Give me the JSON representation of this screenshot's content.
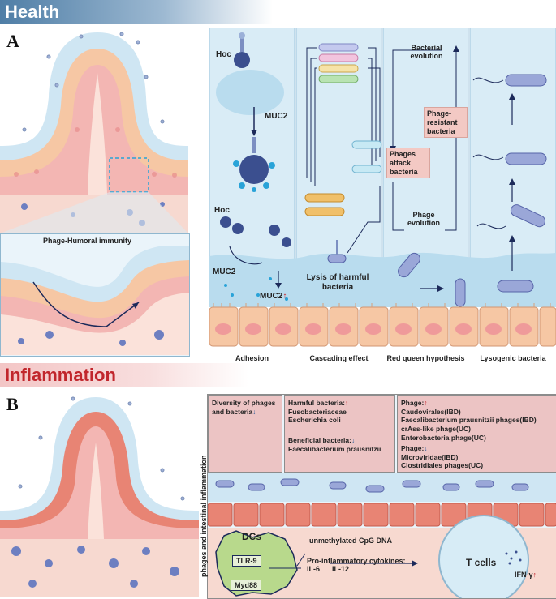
{
  "sections": {
    "health": "Health",
    "inflammation": "Inflammation"
  },
  "panels": {
    "a": "A",
    "b": "B"
  },
  "panel_a": {
    "inset_title": "Phage-Humoral immunity",
    "hoc_top": "Hoc",
    "muc2_mid": "MUC2",
    "hoc_bottom": "Hoc",
    "muc2_left": "MUC2",
    "muc2_up": "MUC2",
    "lysis": "Lysis of harmful bacteria",
    "bacterial_evolution": "Bacterial evolution",
    "phage_resistant": "Phage-resistant bacteria",
    "phages_attack": "Phages attack bacteria",
    "phage_evolution": "Phage evolution",
    "columns": [
      "Adhesion",
      "Cascading effect",
      "Red queen hypothesis",
      "Lysogenic bacteria"
    ]
  },
  "panel_b": {
    "vertical_label": "phages and intestinal inflammation",
    "box1": {
      "line1": "Diversity of phages",
      "line2": "and bacteria"
    },
    "box2": {
      "harmful": "Harmful bacteria:",
      "harmful_items": [
        "Fusobacteriaceae",
        "Escherichia coli"
      ],
      "beneficial": "Beneficial bacteria:",
      "beneficial_items": [
        "Faecalibacterium prausnitzii"
      ]
    },
    "box3": {
      "phage_up": "Phage:",
      "up_items": [
        "Caudovirales(IBD)",
        "Faecalibacterium prausnitzii phages(IBD)",
        "crAss-like phage(UC)",
        "Enterobacteria phage(UC)"
      ],
      "phage_down": "Phage:",
      "down_items": [
        "Microviridae(IBD)",
        "Clostridiales phages(UC)"
      ]
    },
    "dcs": "DCs",
    "tlr9": "TLR-9",
    "myd88": "Myd88",
    "cpg": "unmethylated CpG DNA",
    "cytokines_title": "Pro-inflammatory cytokines:",
    "cytokines": "IL-6      IL-12",
    "tcells": "T cells",
    "ifn": "IFN-γ"
  },
  "colors": {
    "health_banner": "#4f7ea6",
    "inflammation_text": "#c1262c",
    "mucus": "#cfe6f3",
    "epithelium": "#f6c7a4",
    "lamina": "#f3b6b3",
    "panel_bg": "#d9ecf6",
    "infl_box": "#ecc4c4"
  },
  "icons": [
    "phage-icon",
    "bacterium-icon",
    "immune-cell-icon",
    "arrow-icon"
  ]
}
